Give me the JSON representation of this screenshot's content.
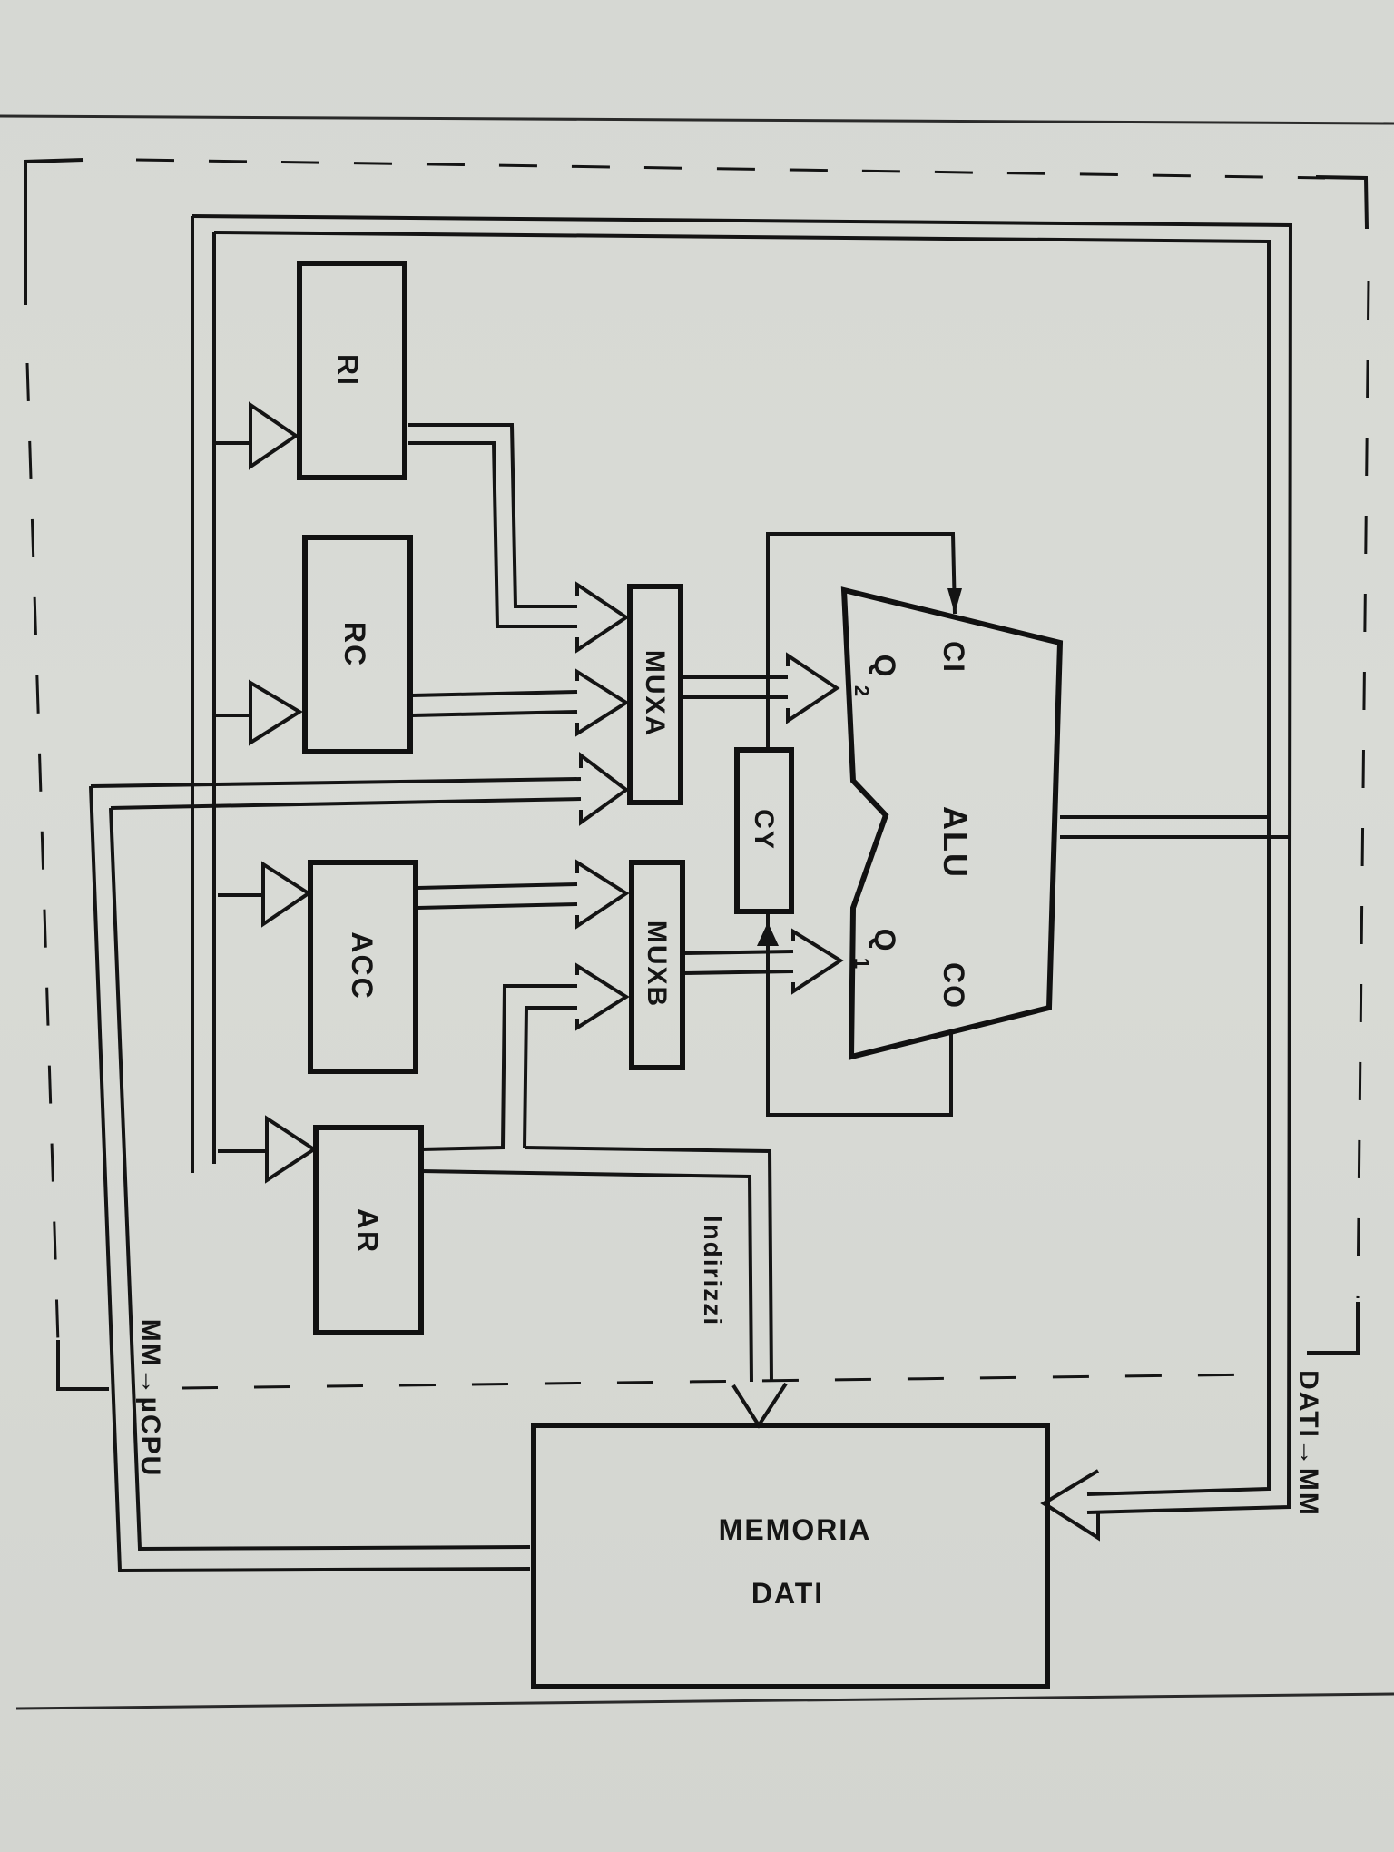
{
  "diagram": {
    "blocks": {
      "ri": "RI",
      "rc": "RC",
      "acc": "ACC",
      "ar": "AR",
      "muxa": "MUXA",
      "muxb": "MUXB",
      "cy": "CY",
      "alu": "ALU",
      "memory_line1": "MEMORIA",
      "memory_line2": "DATI"
    },
    "alu_ports": {
      "ci": "CI",
      "co": "CO",
      "q2": "Q",
      "q2_sub": "2",
      "q1": "Q",
      "q1_sub": "1"
    },
    "bus_labels": {
      "indirizzi": "Indirizzi",
      "mm_cpu": "MM→µCPU",
      "dati_mm": "DATI→MM"
    }
  }
}
